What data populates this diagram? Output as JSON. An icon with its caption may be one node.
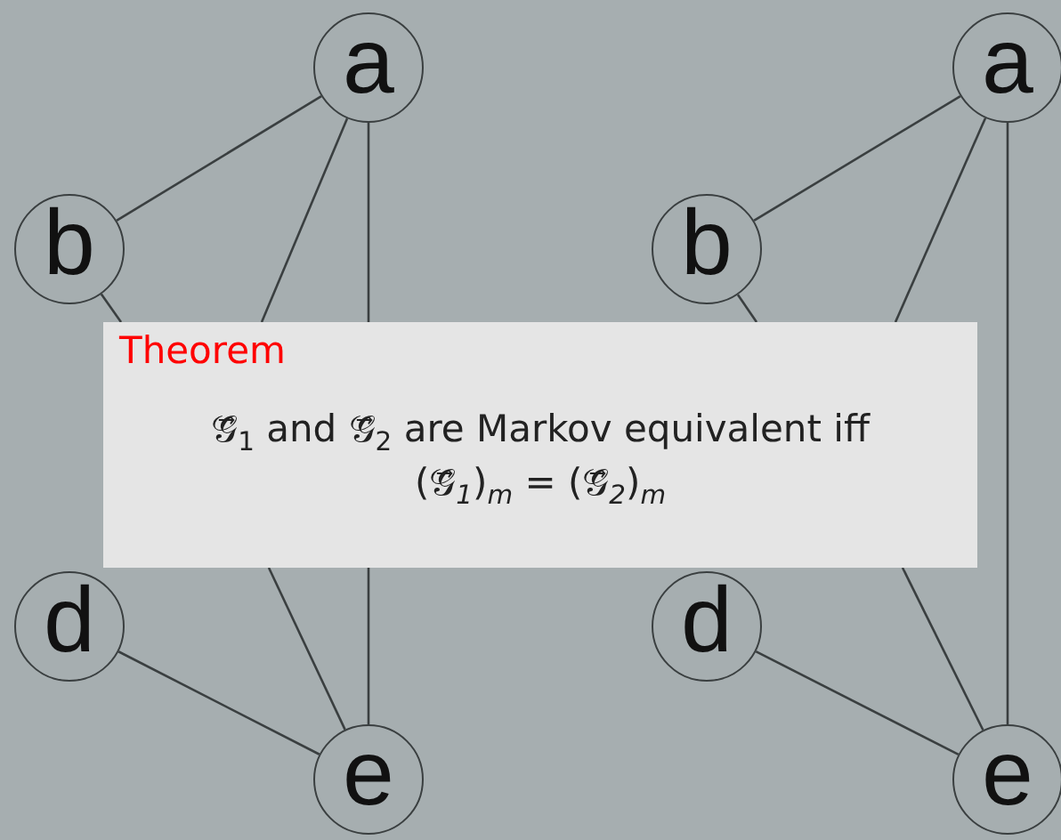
{
  "diagram": {
    "nodes": [
      {
        "text": [
          "a"
        ]
      },
      {
        "text": [
          "b"
        ]
      },
      {
        "text": [
          "d"
        ]
      },
      {
        "text": [
          "e"
        ]
      },
      {
        "text": [
          "a"
        ]
      },
      {
        "text": [
          "b"
        ]
      },
      {
        "text": [
          "d"
        ]
      },
      {
        "text": [
          "e"
        ]
      },
      {
        "text": [
          "Theorem",
          "𝒢⃗$_{1}$ and 𝒢⃗$_{2}$ are Markov equivalent iff",
          "(𝒢⃗$_{1}$)$_{m}$ = (𝒢⃗$_{2}$)$_{m}$"
        ]
      }
    ],
    "edges": [
      {
        "from": 0,
        "to": 1,
        "arrow": "none"
      },
      {
        "from": 0,
        "to": 8,
        "arrow": "none"
      },
      {
        "from": 0,
        "to": 8,
        "arrow": "none"
      },
      {
        "from": 1,
        "to": 8,
        "arrow": "none"
      },
      {
        "from": 3,
        "to": 8,
        "arrow": "none"
      },
      {
        "from": 2,
        "to": 3,
        "arrow": "none"
      },
      {
        "from": 4,
        "to": 5,
        "arrow": "none"
      },
      {
        "from": 4,
        "to": 8,
        "arrow": "none"
      },
      {
        "from": 4,
        "to": 7,
        "arrow": "none"
      },
      {
        "from": 5,
        "to": 8,
        "arrow": "none"
      },
      {
        "from": 7,
        "to": 8,
        "arrow": "none"
      },
      {
        "from": 6,
        "to": 7,
        "arrow": "none"
      },
      {
        "from": 3,
        "to": 8,
        "arrow": "none"
      }
    ]
  }
}
